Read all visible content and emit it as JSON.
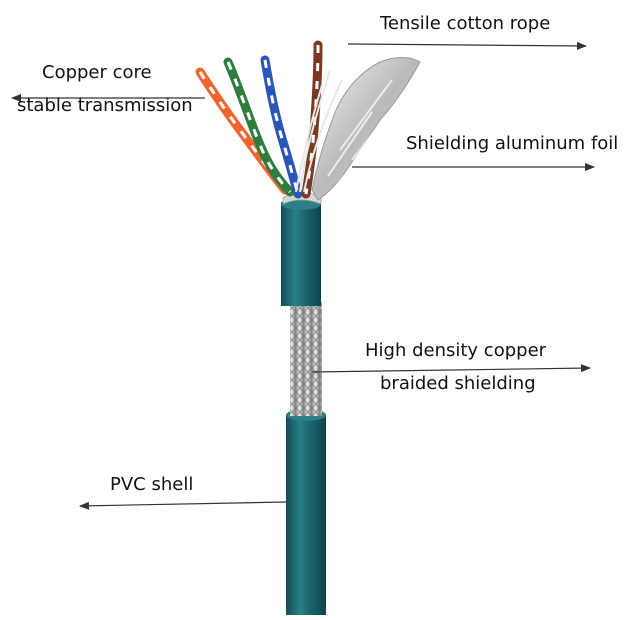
{
  "labels": {
    "tensile_rope": "Tensile cotton rope",
    "copper_core_line1": "Copper core",
    "copper_core_line2": "stable transmission",
    "shielding_foil": "Shielding aluminum foil",
    "braid_line1": "High density copper",
    "braid_line2": "braided shielding",
    "pvc_shell": "PVC shell"
  },
  "colors": {
    "jacket": "#1d6a72",
    "braid": "#c9c9c9",
    "foil": "#d8d8d8",
    "wire_orange": "#f0642d",
    "wire_green": "#2f7d3e",
    "wire_blue": "#2a56b8",
    "wire_brown": "#7a3a22",
    "arrow": "#333333"
  }
}
